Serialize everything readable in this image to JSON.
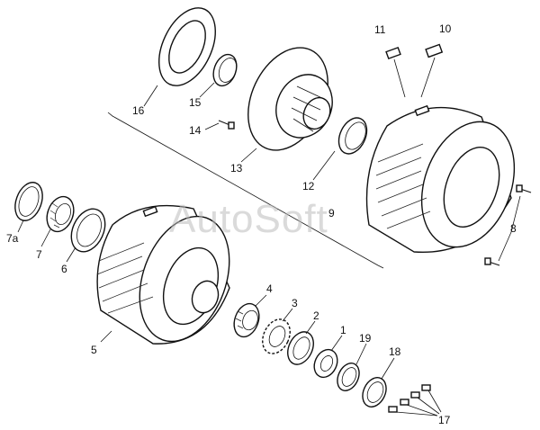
{
  "watermark": "AutoSoft",
  "callouts": {
    "c7a": "7a",
    "c7": "7",
    "c6": "6",
    "c5": "5",
    "c4": "4",
    "c3": "3",
    "c2": "2",
    "c1": "1",
    "c19": "19",
    "c18": "18",
    "c17": "17",
    "c16": "16",
    "c15": "15",
    "c14": "14",
    "c13": "13",
    "c12": "12",
    "c11": "11",
    "c10": "10",
    "c9": "9",
    "c8": "8"
  }
}
